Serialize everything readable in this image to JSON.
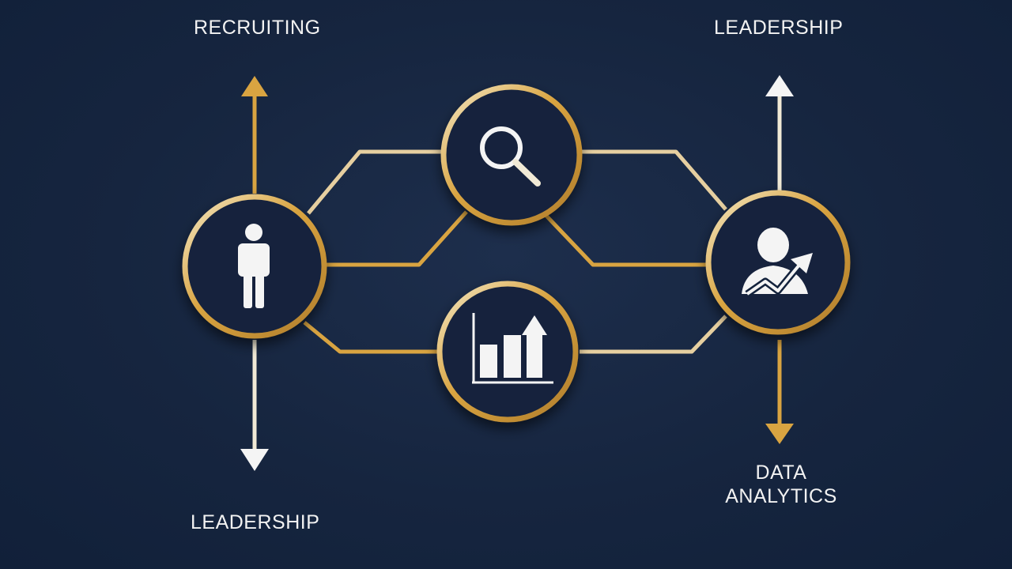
{
  "labels": {
    "top_left": "RECRUITING",
    "top_right": "LEADERSHIP",
    "bottom_left": "LEADERSHIP",
    "bottom_right_line1": "DATA",
    "bottom_right_line2": "ANALYTICS"
  },
  "nodes": [
    {
      "id": "person",
      "icon": "person-icon"
    },
    {
      "id": "search",
      "icon": "magnifier-icon"
    },
    {
      "id": "growth",
      "icon": "bar-chart-up-icon"
    },
    {
      "id": "leader",
      "icon": "person-trend-icon"
    }
  ],
  "colors": {
    "background": "#16253f",
    "node_fill": "#13223c",
    "gold": "#d9a441",
    "cream": "#f1ead6",
    "white": "#f4f4f4"
  }
}
